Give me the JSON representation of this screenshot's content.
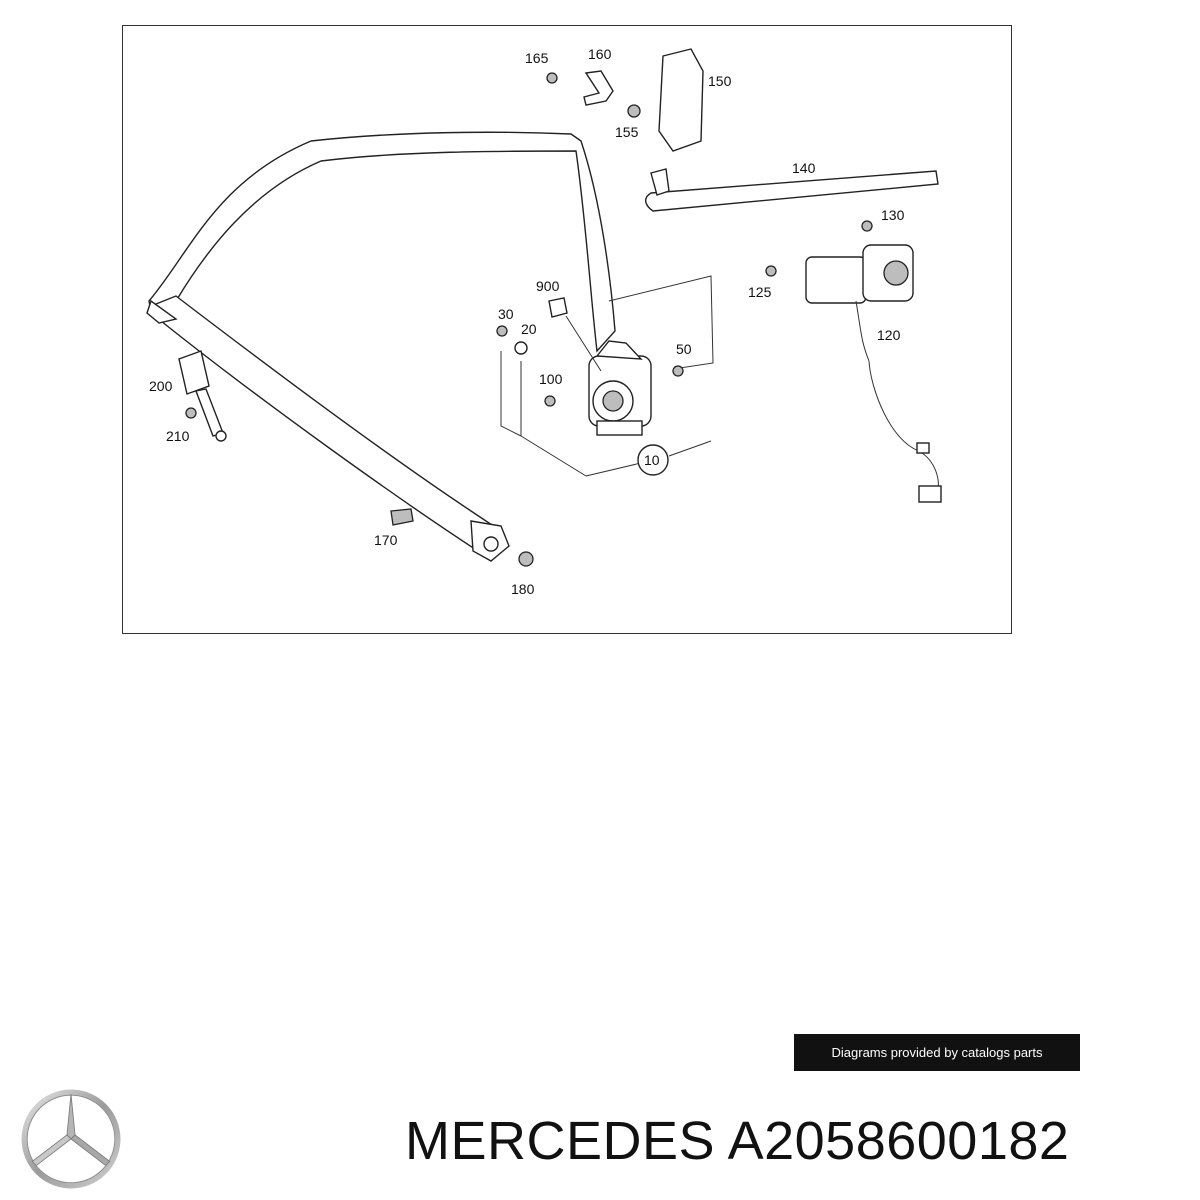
{
  "diagram": {
    "callouts": {
      "c165": "165",
      "c160": "160",
      "c150": "150",
      "c155": "155",
      "c140": "140",
      "c130": "130",
      "c125": "125",
      "c120": "120",
      "c900": "900",
      "c30": "30",
      "c20": "20",
      "c50": "50",
      "c100": "100",
      "c10": "10",
      "c200": "200",
      "c210": "210",
      "c170": "170",
      "c180": "180"
    }
  },
  "footer": {
    "credit": "Diagrams provided by catalogs parts",
    "brand": "MERCEDES",
    "part_number": "A2058600182",
    "logo_icon": "mercedes-star-icon"
  }
}
